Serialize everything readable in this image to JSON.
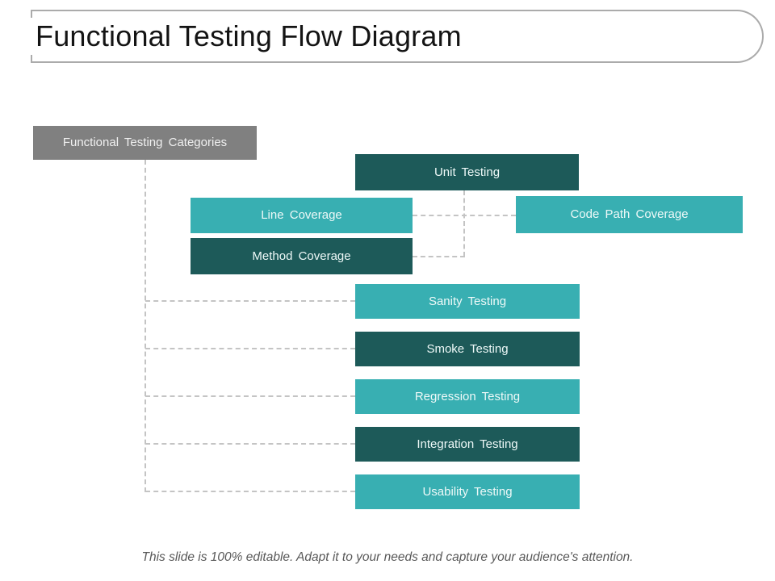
{
  "title": {
    "text": "Functional Testing Flow Diagram"
  },
  "footer": {
    "text": "This slide is 100% editable. Adapt it to your needs and capture your audience's attention."
  },
  "colors": {
    "light_teal": "#38AFB2",
    "dark_teal": "#1D5A59",
    "root_gray": "#808080",
    "connector_gray": "#C4C4C4",
    "title_border_gray": "#ABABAB",
    "node_text": "#EEF9F8",
    "title_text": "#141414",
    "footer_text": "#595959"
  },
  "diagram": {
    "root": {
      "id": "functional-testing-categories",
      "label": "Functional Testing Categories",
      "variant": "gray"
    },
    "nodes": [
      {
        "id": "unit-testing",
        "label": "Unit Testing",
        "variant": "dark"
      },
      {
        "id": "line-coverage",
        "label": "Line Coverage",
        "variant": "light"
      },
      {
        "id": "code-path-coverage",
        "label": "Code Path Coverage",
        "variant": "light"
      },
      {
        "id": "method-coverage",
        "label": "Method Coverage",
        "variant": "dark"
      },
      {
        "id": "sanity-testing",
        "label": "Sanity Testing",
        "variant": "light"
      },
      {
        "id": "smoke-testing",
        "label": "Smoke Testing",
        "variant": "dark"
      },
      {
        "id": "regression-testing",
        "label": "Regression Testing",
        "variant": "light"
      },
      {
        "id": "integration-testing",
        "label": "Integration Testing",
        "variant": "dark"
      },
      {
        "id": "usability-testing",
        "label": "Usability Testing",
        "variant": "light"
      }
    ]
  }
}
